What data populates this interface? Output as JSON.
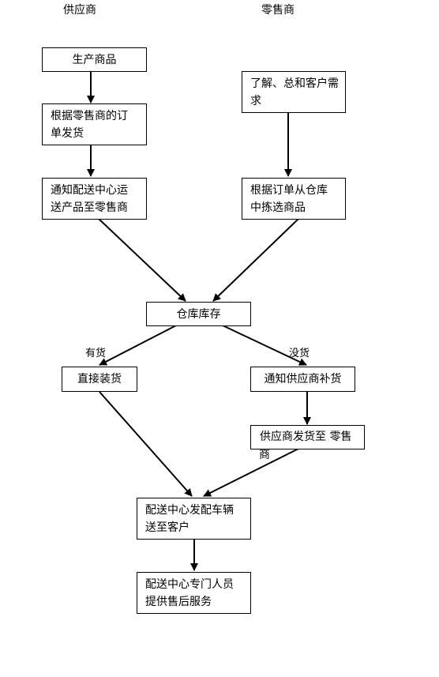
{
  "headers": {
    "supplier": "供应商",
    "retailer": "零售商"
  },
  "nodes": {
    "produce": {
      "lines": [
        "生产商品"
      ]
    },
    "ship_by_order": {
      "lines": [
        "根据零售商的订",
        "单发货"
      ]
    },
    "notify_dc": {
      "lines": [
        "通知配送中心运",
        "送产品至零售商"
      ]
    },
    "understand_demand": {
      "lines": [
        "了解、总和客户需",
        "求"
      ]
    },
    "pick_goods": {
      "lines": [
        "根据订单从仓库",
        "中拣选商品"
      ]
    },
    "inventory": {
      "lines": [
        "仓库库存"
      ]
    },
    "direct_load": {
      "lines": [
        "直接装货"
      ]
    },
    "notify_replenish": {
      "lines": [
        "通知供应商补货"
      ]
    },
    "supplier_ship": {
      "lines": [
        "供应商发货至 零售",
        "商"
      ]
    },
    "dispatch_vehicle": {
      "lines": [
        "配送中心发配车辆",
        "送至客户"
      ]
    },
    "after_sales": {
      "lines": [
        "配送中心专门人员",
        "提供售后服务"
      ]
    }
  },
  "edge_labels": {
    "in_stock": "有货",
    "out_of_stock": "没货"
  }
}
